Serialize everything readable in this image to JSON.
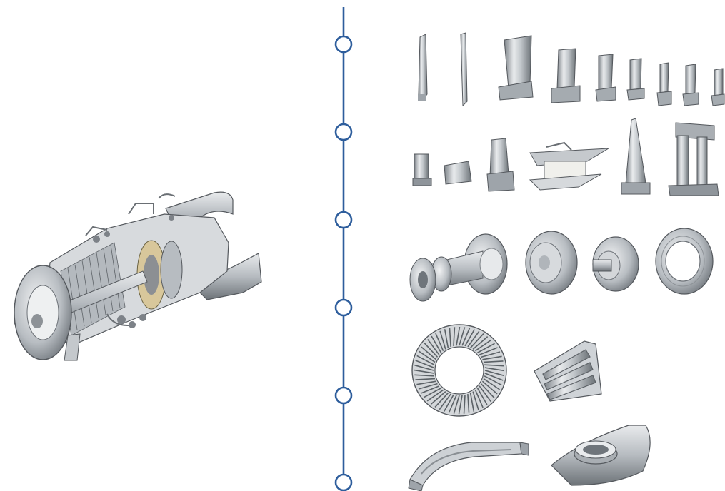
{
  "colors": {
    "timeline": "#2d5d9c",
    "metal_light": "#e6e8ea",
    "metal_mid": "#b9bec3",
    "metal_dark": "#6f757b",
    "outline": "#55595e"
  },
  "timeline": {
    "node_count": 6
  },
  "groups": [
    {
      "id": "blades-vanes",
      "parts": [
        "blade",
        "blade",
        "blade",
        "blade",
        "blade",
        "blade",
        "blade",
        "blade",
        "blade"
      ]
    },
    {
      "id": "vane-segments",
      "parts": [
        "vane-segment",
        "vane-segment",
        "vane-segment",
        "combustor-liner-panel",
        "tapered-vane",
        "double-vane-segment"
      ]
    },
    {
      "id": "shafts-disks",
      "parts": [
        "rotor-shaft",
        "turbine-disk",
        "turbine-disk",
        "bearing-ring"
      ]
    },
    {
      "id": "rings-segments",
      "parts": [
        "stator-vane-ring",
        "nozzle-segment"
      ]
    },
    {
      "id": "brackets-covers",
      "parts": [
        "curved-bracket",
        "transition-piece"
      ]
    }
  ],
  "icons": {
    "engine": "gas-turbine-cutaway-icon"
  }
}
